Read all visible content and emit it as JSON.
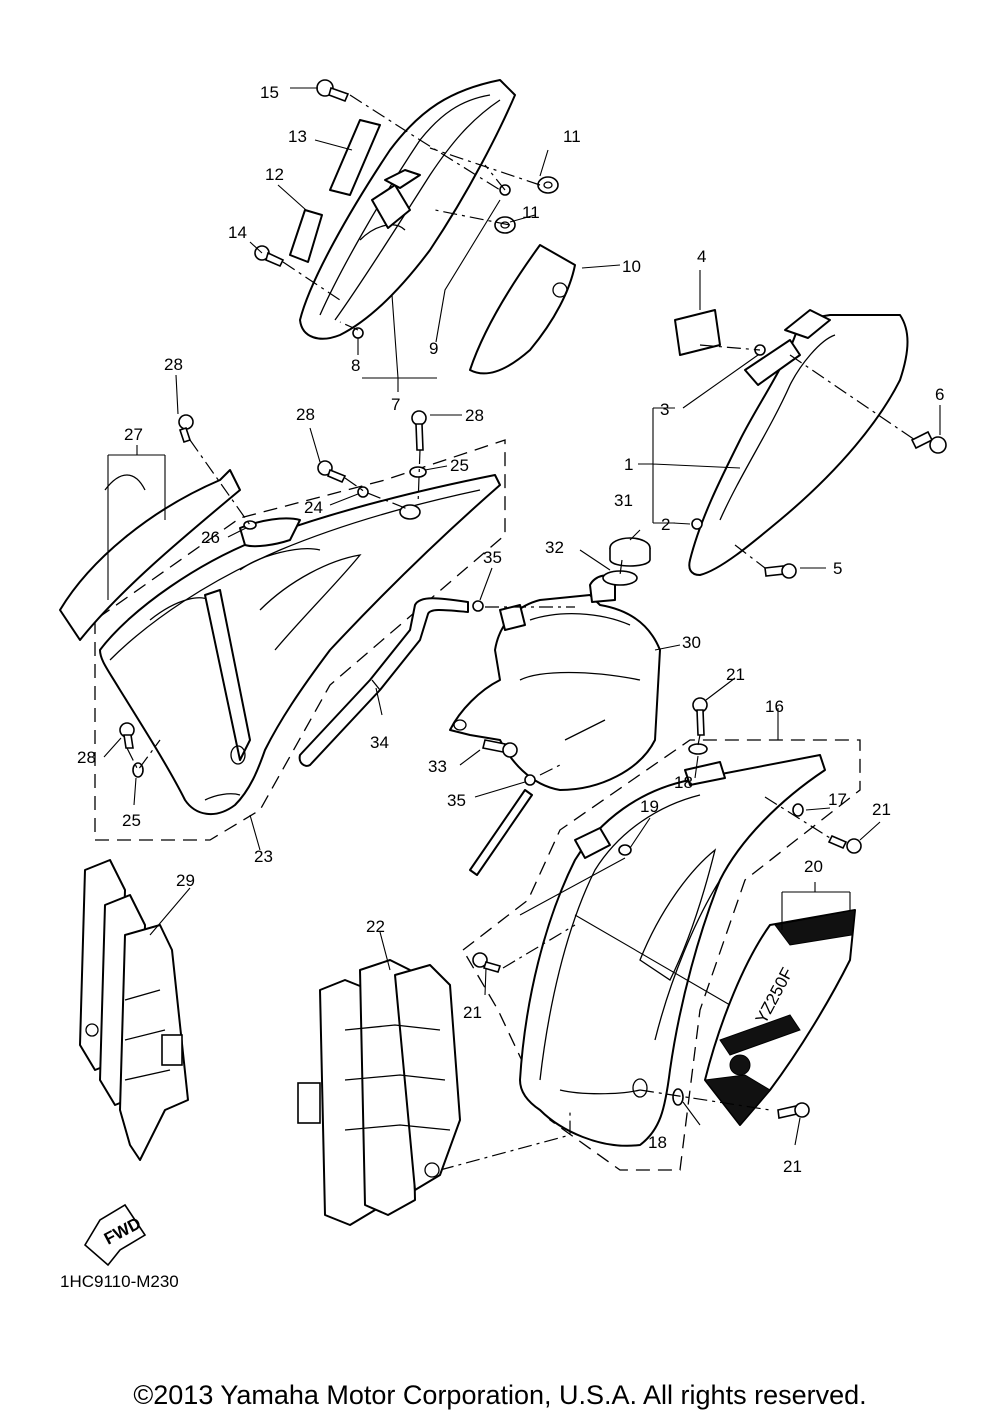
{
  "diagram": {
    "code": "1HC9110-M230",
    "fwd_label": "FWD",
    "decal_text": "YZ250F",
    "copyright": "©2013 Yamaha Motor Corporation, U.S.A. All rights reserved."
  },
  "callouts": {
    "c1": "1",
    "c2": "2",
    "c3": "3",
    "c4": "4",
    "c5": "5",
    "c6": "6",
    "c7": "7",
    "c8": "8",
    "c9": "9",
    "c10": "10",
    "c11": "11",
    "c12": "12",
    "c13": "13",
    "c14": "14",
    "c15": "15",
    "c16": "16",
    "c17": "17",
    "c18": "18",
    "c19": "19",
    "c20": "20",
    "c21": "21",
    "c22": "22",
    "c23": "23",
    "c24": "24",
    "c25": "25",
    "c26": "26",
    "c27": "27",
    "c28": "28",
    "c29": "29",
    "c30": "30",
    "c31": "31",
    "c32": "32",
    "c33": "33",
    "c34": "34",
    "c35": "35"
  }
}
